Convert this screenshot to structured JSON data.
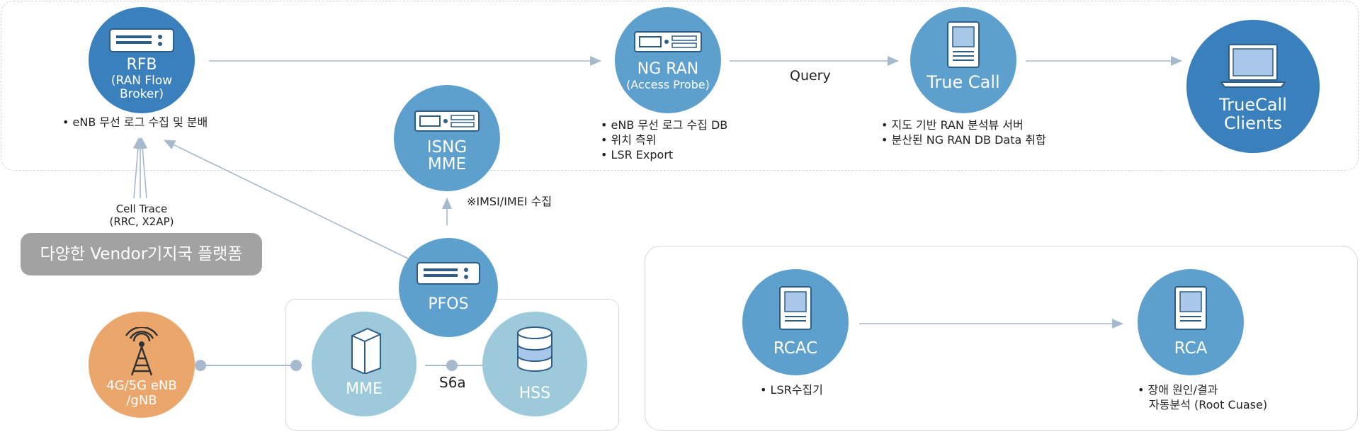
{
  "nodes": {
    "rfb": {
      "title": "RFB",
      "subtitle_1": "(RAN Flow",
      "subtitle_2": "Broker)",
      "desc": [
        "• eNB 무선 로그 수집 및 분배"
      ]
    },
    "ng_ran": {
      "title": "NG RAN",
      "subtitle": "(Access Probe)",
      "desc": [
        "• eNB 무선 로그 수집 DB",
        "• 위치 측위",
        "• LSR Export"
      ]
    },
    "true_call": {
      "title": "True Call",
      "desc": [
        "• 지도 기반 RAN 분석뷰 서버",
        "• 분산된 NG RAN DB Data 취합"
      ]
    },
    "truecall_clients": {
      "title_1": "TrueCall",
      "title_2": "Clients"
    },
    "isng_mme": {
      "title_1": "ISNG",
      "title_2": "MME"
    },
    "pfos": {
      "title": "PFOS"
    },
    "mme": {
      "title": "MME"
    },
    "hss": {
      "title": "HSS"
    },
    "enb": {
      "title_1": "4G/5G eNB",
      "title_2": "/gNB"
    },
    "rcac": {
      "title": "RCAC",
      "desc": [
        "• LSR수집기"
      ]
    },
    "rca": {
      "title": "RCA",
      "desc": [
        "• 장애 원인/결과",
        "자동분석 (Root Cuase)"
      ]
    }
  },
  "labels": {
    "query": "Query",
    "imsi_note": "※IMSI/IMEI 수집",
    "cell_trace_1": "Cell Trace",
    "cell_trace_2": "(RRC, X2AP)",
    "s6a": "S6a",
    "vendor_platform": "다양한 Vendor기지국 플랫폼"
  },
  "colors": {
    "dark_blue": "#3a80bc",
    "mid_blue": "#5d9fcd",
    "light_blue": "#9dcadb",
    "orange": "#eaa66b",
    "arrow": "#a7b9cc",
    "panel_border": "#cfd3d8"
  }
}
